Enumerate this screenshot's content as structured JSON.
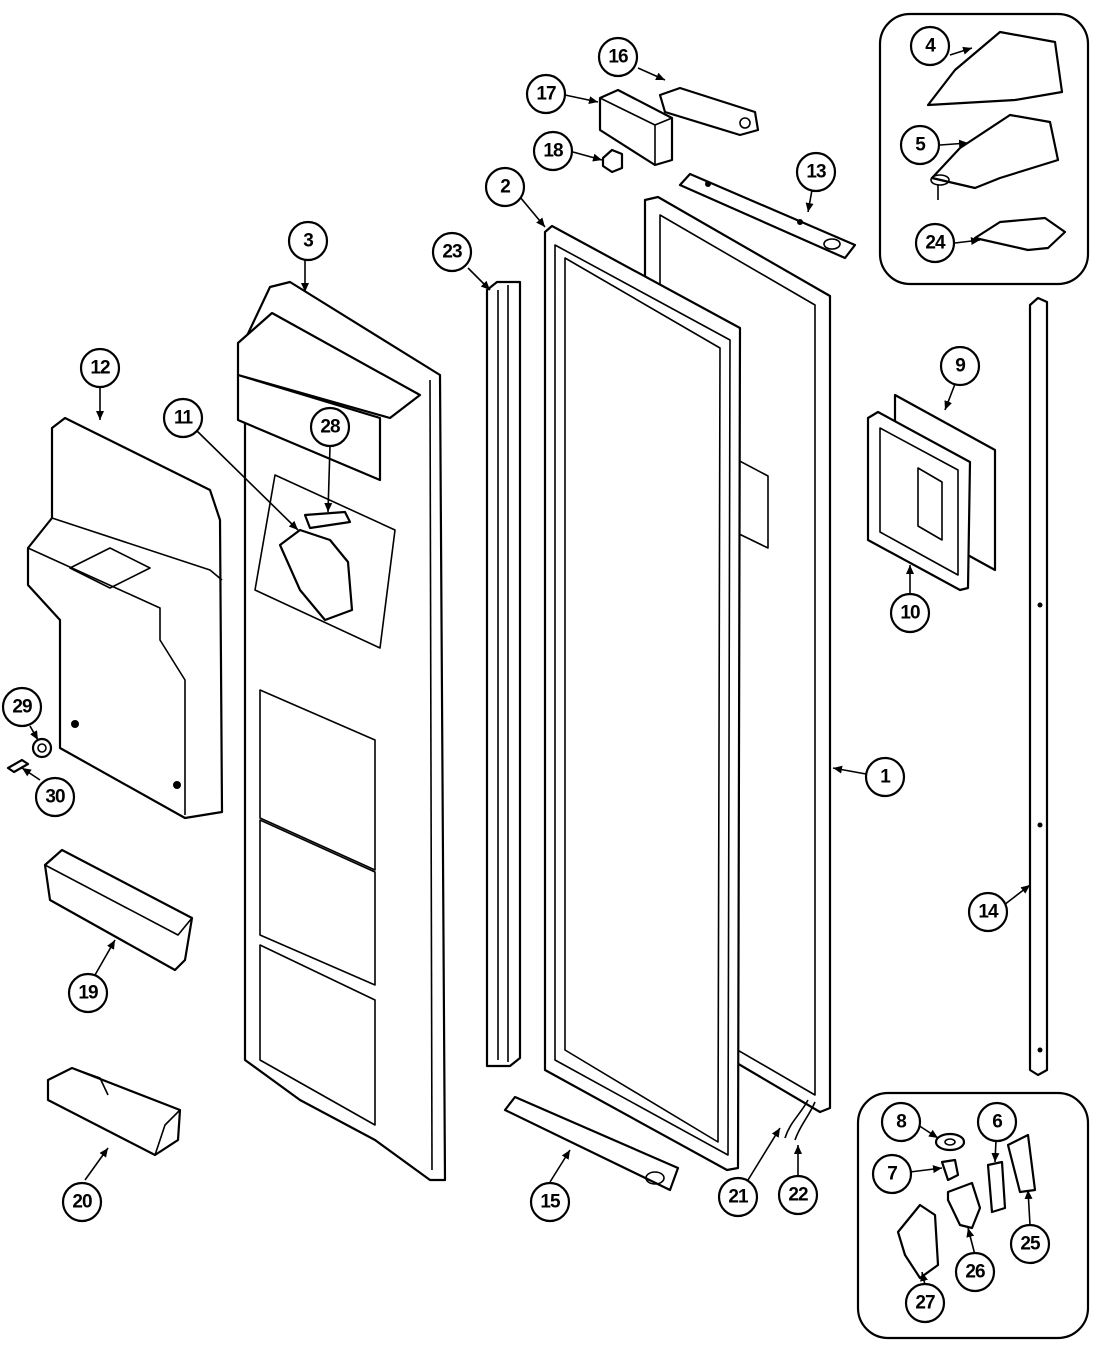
{
  "callouts": [
    {
      "label": "1"
    },
    {
      "label": "2"
    },
    {
      "label": "3"
    },
    {
      "label": "4"
    },
    {
      "label": "5"
    },
    {
      "label": "6"
    },
    {
      "label": "7"
    },
    {
      "label": "8"
    },
    {
      "label": "9"
    },
    {
      "label": "10"
    },
    {
      "label": "11"
    },
    {
      "label": "12"
    },
    {
      "label": "13"
    },
    {
      "label": "14"
    },
    {
      "label": "15"
    },
    {
      "label": "16"
    },
    {
      "label": "17"
    },
    {
      "label": "18"
    },
    {
      "label": "19"
    },
    {
      "label": "20"
    },
    {
      "label": "21"
    },
    {
      "label": "22"
    },
    {
      "label": "23"
    },
    {
      "label": "24"
    },
    {
      "label": "25"
    },
    {
      "label": "26"
    },
    {
      "label": "27"
    },
    {
      "label": "28"
    },
    {
      "label": "29"
    },
    {
      "label": "30"
    }
  ],
  "colors": {
    "line": "#000000",
    "background": "#ffffff"
  }
}
